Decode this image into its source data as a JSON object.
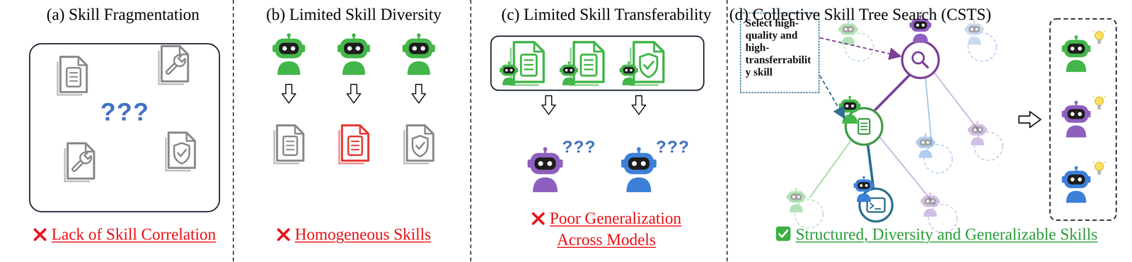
{
  "diagram": {
    "nodes": [
      {
        "text": [
          "???"
        ]
      },
      {
        "text": [
          "Select high-quality and high-transferrability skill"
        ]
      }
    ],
    "labels": [
      "(a) Skill Fragmentation",
      "(b) Limited Skill Diversity",
      "(c) Limited Skill Transferability",
      "(d) Collective Skill Tree Search (CSTS)",
      "Lack of Skill Correlation",
      "Homogeneous Skills",
      "Poor Generalization Across Models",
      "???",
      "???",
      "Structured, Diversity and Generalizable Skills"
    ]
  }
}
